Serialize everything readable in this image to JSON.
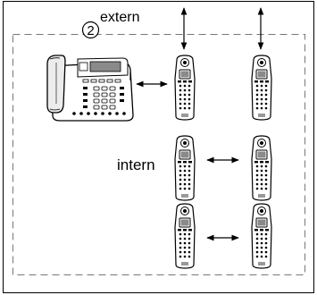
{
  "diagram": {
    "marker": "2",
    "label_extern": "extern",
    "label_intern": "intern"
  },
  "nodes": [
    {
      "id": "base-station",
      "kind": "desk-phone-icon"
    },
    {
      "id": "handset-1",
      "kind": "handset-icon"
    },
    {
      "id": "handset-2",
      "kind": "handset-icon"
    },
    {
      "id": "handset-3",
      "kind": "handset-icon"
    },
    {
      "id": "handset-4",
      "kind": "handset-icon"
    },
    {
      "id": "handset-5",
      "kind": "handset-icon"
    },
    {
      "id": "handset-6",
      "kind": "handset-icon"
    }
  ],
  "connections": [
    {
      "from": "outside",
      "to": "handset-1",
      "type": "external"
    },
    {
      "from": "outside",
      "to": "handset-2",
      "type": "external"
    },
    {
      "from": "base-station",
      "to": "handset-1",
      "type": "internal"
    },
    {
      "from": "handset-3",
      "to": "handset-4",
      "type": "internal"
    },
    {
      "from": "handset-5",
      "to": "handset-6",
      "type": "internal"
    }
  ]
}
